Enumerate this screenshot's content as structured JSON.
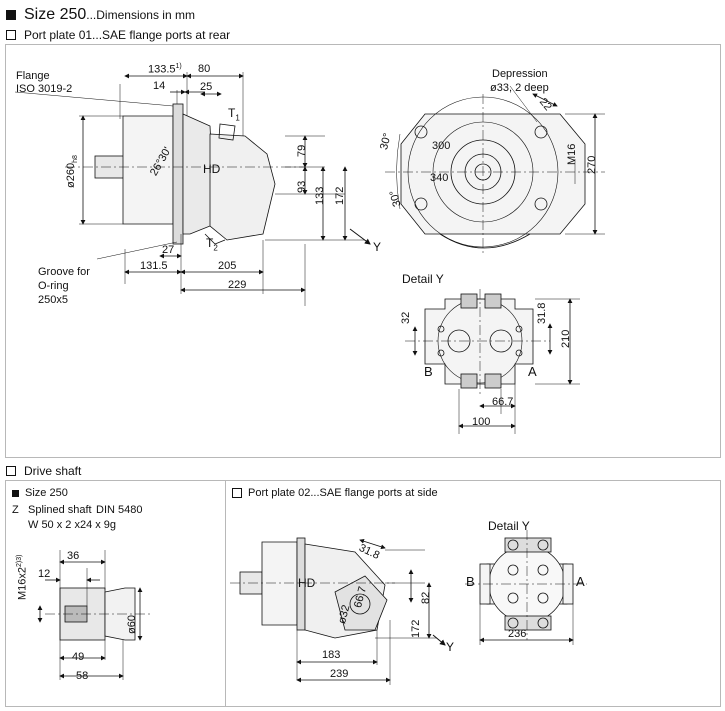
{
  "header": {
    "size_title": "Size 250",
    "size_subtitle": "...Dimensions in mm",
    "port_plate_01": "Port plate 01...SAE flange ports at rear"
  },
  "side_view": {
    "flange_label": "Flange",
    "flange_std": "ISO 3019-2",
    "groove_line1": "Groove for",
    "groove_line2": "O-ring",
    "groove_line3": "250x5",
    "port_t1": "T",
    "port_t1_sub": "1",
    "port_t2": "T",
    "port_t2_sub": "2",
    "hd": "HD",
    "y_arrow": "Y",
    "dim_133_5": "133.5",
    "dim_133_5_sup": "1)",
    "dim_80": "80",
    "dim_14": "14",
    "dim_25": "25",
    "dim_dia260": "ø260",
    "dim_dia260_tol": "h8",
    "dim_26_30": "26°30'",
    "dim_79": "79",
    "dim_93": "93",
    "dim_133": "133",
    "dim_172": "172",
    "dim_27": "27",
    "dim_131_5": "131.5",
    "dim_205": "205",
    "dim_229": "229"
  },
  "front_view": {
    "depression_label": "Depression",
    "depression_spec": "ø33, 2 deep",
    "dim_22": "22",
    "dim_30a": "30°",
    "dim_30b": "30°",
    "dim_300": "300",
    "dim_340": "340",
    "dim_m16": "M16",
    "dim_270": "270"
  },
  "detail_y": {
    "title": "Detail Y",
    "dim_32": "32",
    "dim_31_8": "31.8",
    "dim_210": "210",
    "port_b": "B",
    "port_a": "A",
    "dim_66_7": "66.7",
    "dim_100": "100"
  },
  "drive_shaft": {
    "section_title": "Drive shaft",
    "size_label": "Size 250",
    "z_label": "Z",
    "spline_label": "Splined shaft",
    "spline_std": "DIN 5480",
    "spline_spec": "W 50 x 2 x24 x 9g",
    "dim_36": "36",
    "dim_12": "12",
    "dim_m16x2": "M16x2",
    "dim_m16x2_sup": "2)3)",
    "dim_dia60": "ø60",
    "dim_49": "49",
    "dim_58": "58"
  },
  "port_plate_02": {
    "title": "Port plate 02...SAE flange ports at side",
    "detail_title": "Detail Y",
    "hd": "HD",
    "dim_31_8": "31.8",
    "dim_66_7": "66.7",
    "dim_dia32": "ø32",
    "dim_82": "82",
    "dim_172": "172",
    "dim_183": "183",
    "dim_239": "239",
    "y_arrow": "Y",
    "port_b": "B",
    "port_a": "A",
    "dim_236": "236"
  }
}
